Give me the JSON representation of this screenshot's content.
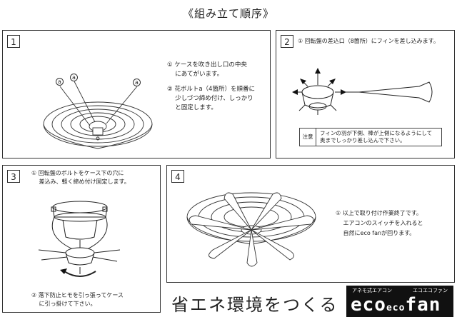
{
  "title": "《組み立て順序》",
  "panels": [
    {
      "number": "1",
      "callout_label": "a",
      "steps": [
        "① ケースを吹き出し口の中央",
        "　 にあてがいます。",
        "② 花ボルトa（4箇所）を順番に",
        "　 少しづつ締め付け、しっかり",
        "　 と固定します。"
      ]
    },
    {
      "number": "2",
      "steps": [
        "① 回転盤の差込口（8箇所）にフィンを差し込みます。"
      ],
      "note_label": "注意",
      "note_lines": [
        "フィンの羽が下側、棒が上側になるようにして",
        "奥までしっかり差し込んで下さい。"
      ]
    },
    {
      "number": "3",
      "steps": [
        "① 回転盤のボルトをケース下の穴に",
        "　 差込み、軽く締め付け固定します。"
      ],
      "steps_bottom": [
        "② 落下防止ヒモを引っ張ってケース",
        "　 に引っ掛けて下さい。"
      ]
    },
    {
      "number": "4",
      "steps": [
        "① 以上で取り付け作業終了です。",
        "　 エアコンのスイッチを入れると",
        "　 自然にeco fanが回ります。"
      ]
    }
  ],
  "slogan": "省エネ環境をつくる",
  "logo": {
    "top_left": "アネモ式エアコン",
    "top_right": "エコエコファン",
    "eco": "eco",
    "eco_small": "eco",
    "fan": "fan"
  }
}
